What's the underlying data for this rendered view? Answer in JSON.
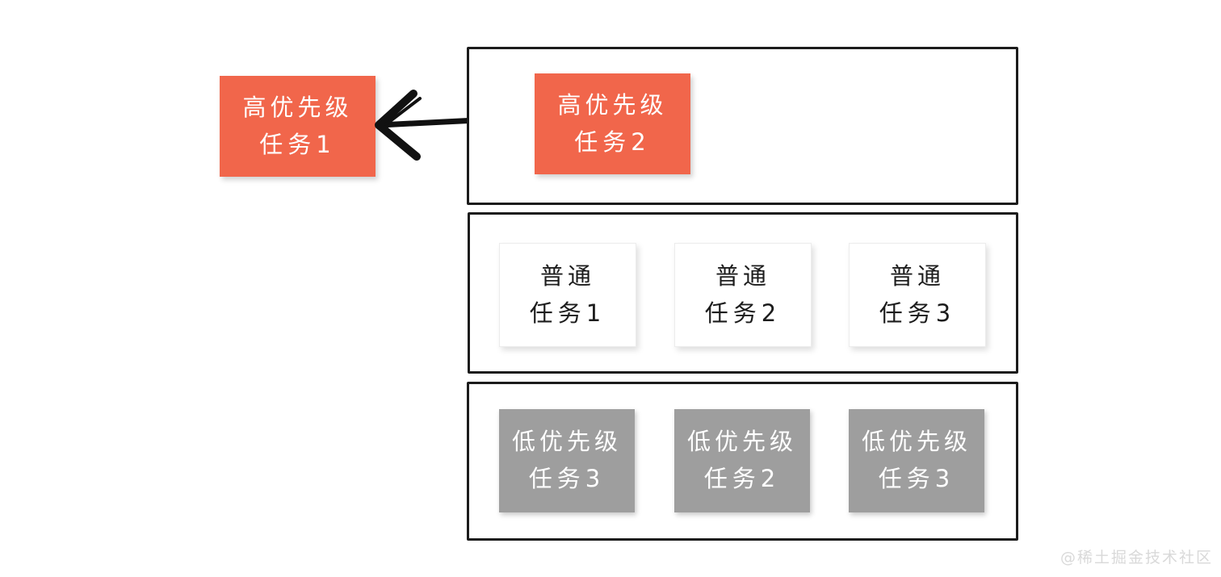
{
  "colors": {
    "high_priority_bg": "#f1664b",
    "normal_bg": "#ffffff",
    "low_priority_bg": "#9e9e9e",
    "container_border": "#1c1c1c",
    "text_on_color": "#ffffff",
    "text_dark": "#1c1c1c",
    "arrow": "#111111",
    "watermark": "#d9d9d9"
  },
  "dequeued_task": {
    "line1": "高优先级",
    "line2": "任务1"
  },
  "arrow": {
    "direction": "left",
    "style": "hand-drawn-brush"
  },
  "queues": {
    "high": {
      "tasks": [
        {
          "line1": "高优先级",
          "line2": "任务2"
        }
      ]
    },
    "normal": {
      "tasks": [
        {
          "line1": "普通",
          "line2": "任务1"
        },
        {
          "line1": "普通",
          "line2": "任务2"
        },
        {
          "line1": "普通",
          "line2": "任务3"
        }
      ]
    },
    "low": {
      "tasks": [
        {
          "line1": "低优先级",
          "line2": "任务3"
        },
        {
          "line1": "低优先级",
          "line2": "任务2"
        },
        {
          "line1": "低优先级",
          "line2": "任务3"
        }
      ]
    }
  },
  "watermark": {
    "text": "@稀土掘金技术社区"
  }
}
